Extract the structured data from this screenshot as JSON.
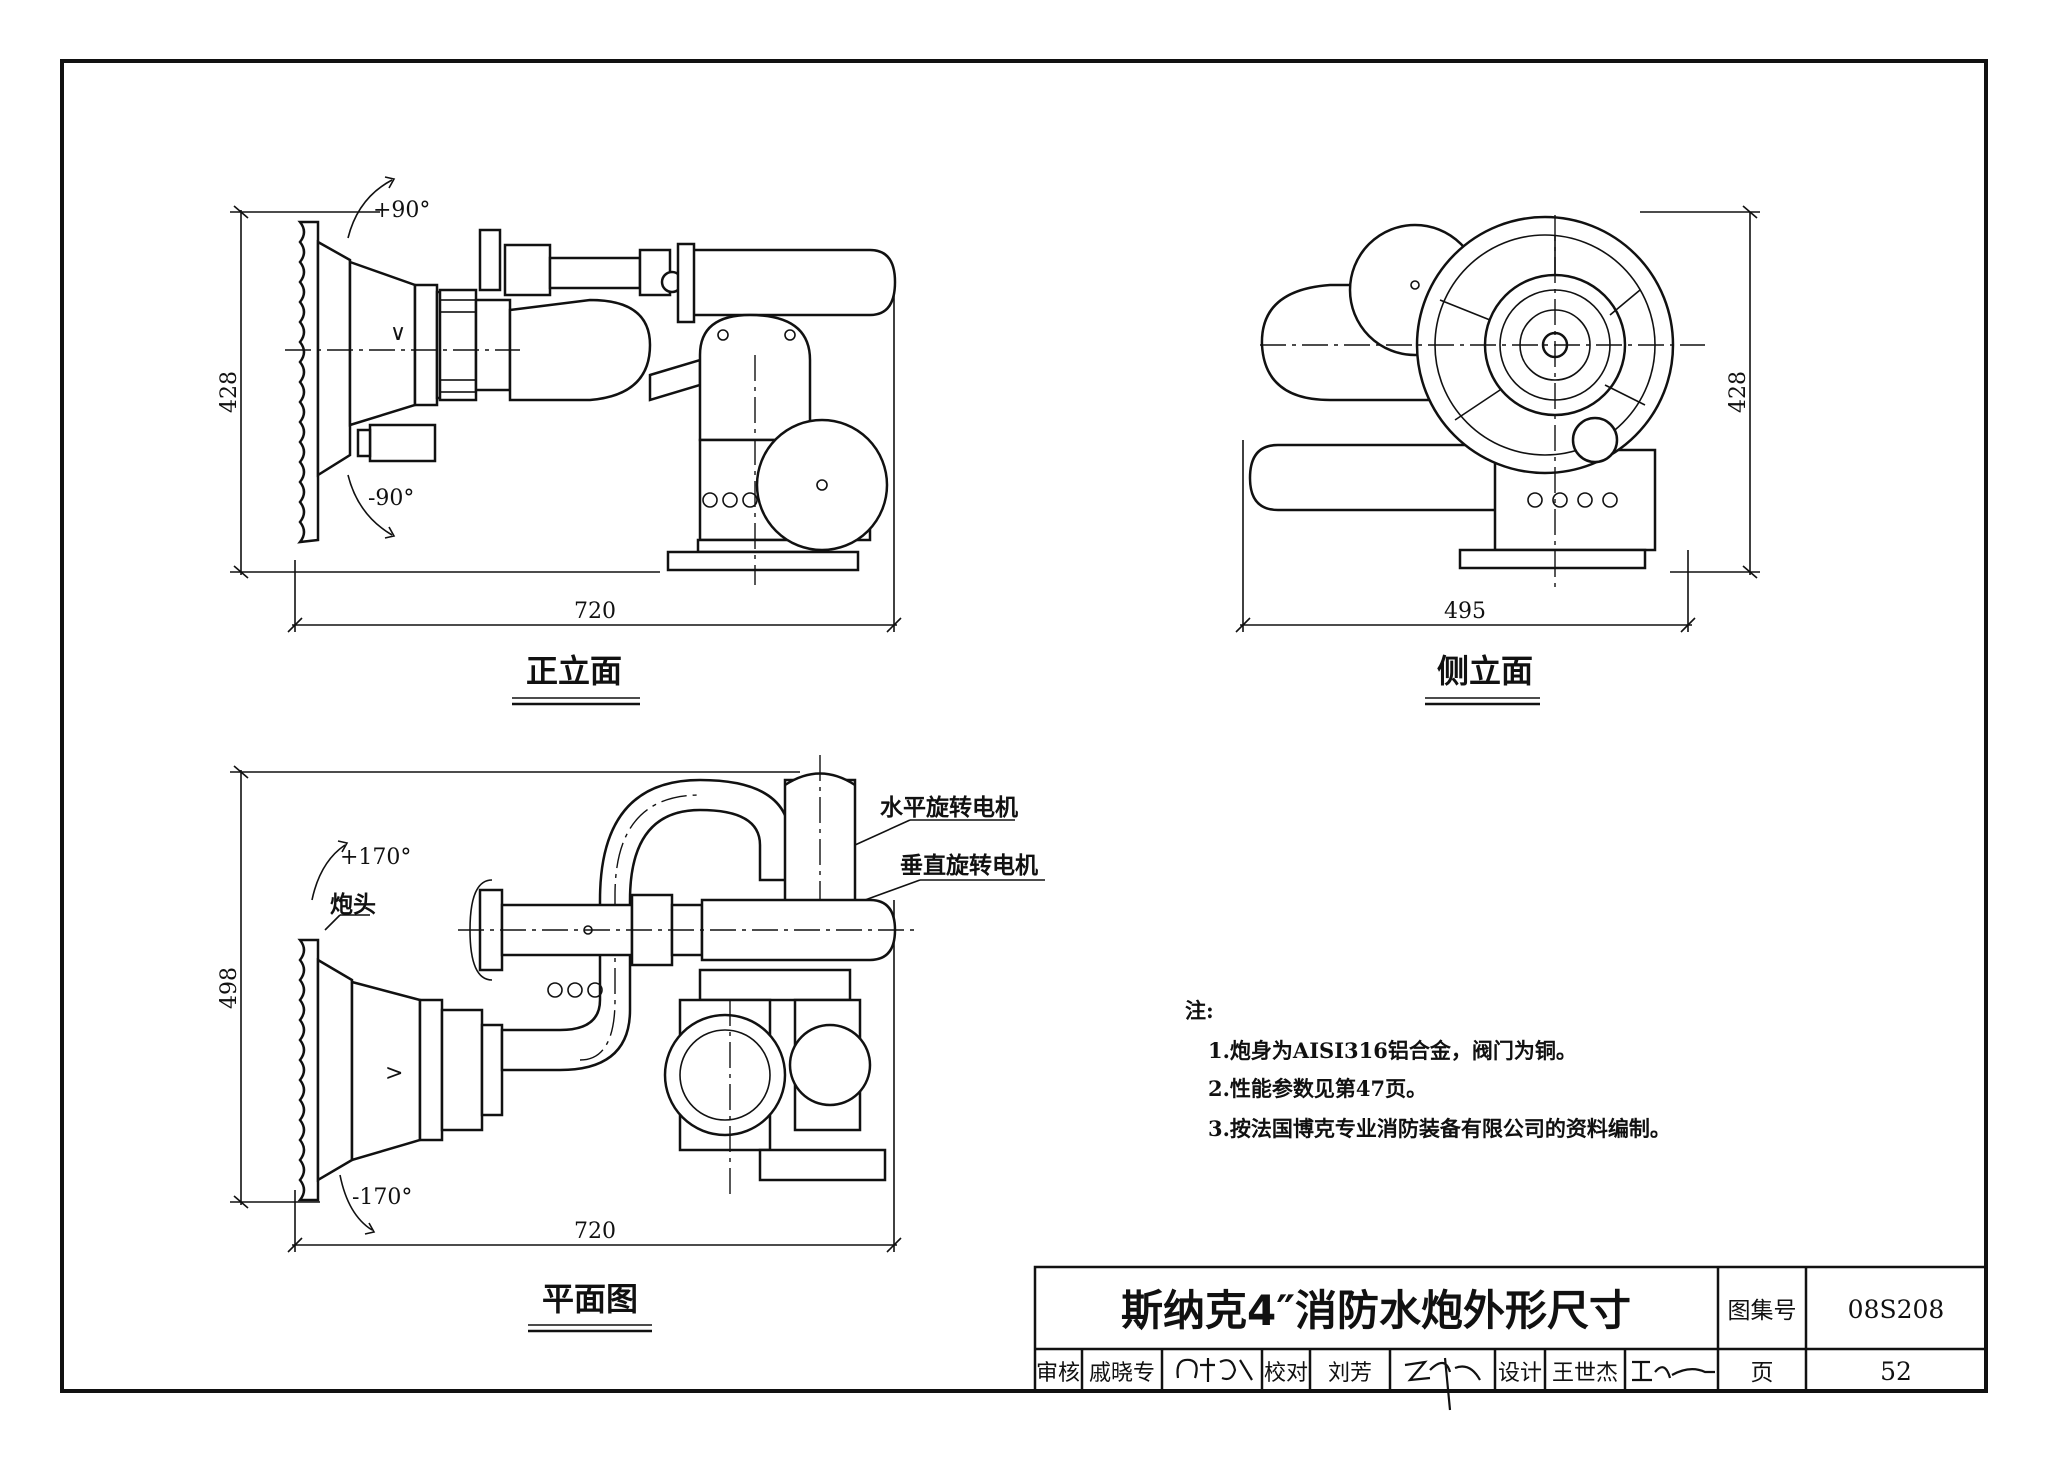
{
  "views": {
    "front": {
      "title": "正立面",
      "dim_width": "720",
      "dim_height": "428",
      "angle_up": "+90°",
      "angle_down": "-90°"
    },
    "side": {
      "title": "侧立面",
      "dim_width": "495",
      "dim_height": "428"
    },
    "plan": {
      "title": "平面图",
      "dim_width": "720",
      "dim_height": "498",
      "angle_up": "+170°",
      "angle_down": "-170°",
      "callout_nozzle": "炮头",
      "callout_horizontal_motor": "水平旋转电机",
      "callout_vertical_motor": "垂直旋转电机"
    }
  },
  "notes": {
    "heading": "注:",
    "items": [
      "1.炮身为AISI316铝合金，阀门为铜。",
      "2.性能参数见第47页。",
      "3.按法国博克专业消防装备有限公司的资料编制。"
    ]
  },
  "title_block": {
    "drawing_title": "斯纳克4″消防水炮外形尺寸",
    "atlas_label": "图集号",
    "atlas_no": "08S208",
    "page_label": "页",
    "page_no": "52",
    "review_label": "审核",
    "reviewer": "戚晓专",
    "check_label": "校对",
    "checker": "刘芳",
    "design_label": "设计",
    "designer": "王世杰"
  }
}
